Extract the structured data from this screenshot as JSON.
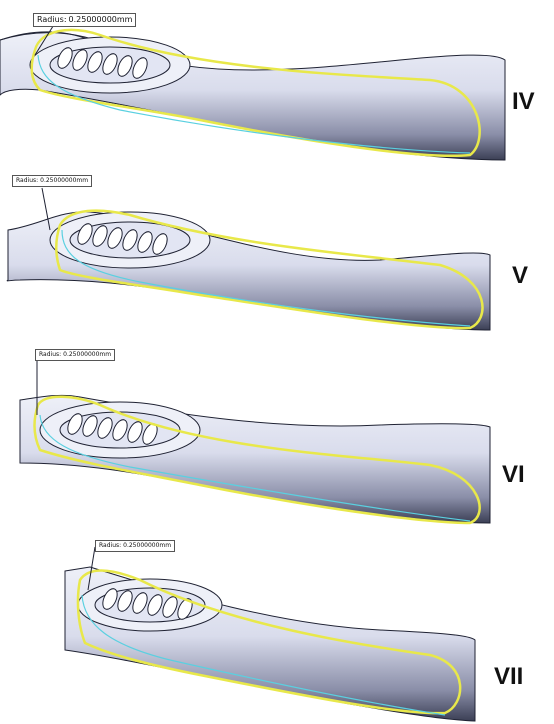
{
  "radius_label": "Radius:",
  "radius_value": "0.25000000mm",
  "panels": [
    {
      "id": "iv",
      "label": "IV"
    },
    {
      "id": "v",
      "label": "V"
    },
    {
      "id": "vi",
      "label": "VI"
    },
    {
      "id": "vii",
      "label": "VII"
    }
  ],
  "colors": {
    "selection_outline": "#e8e84a",
    "edge_cyan": "#5ad0e0",
    "body_light": "#f4f5fb",
    "body_mid": "#c8cbe0",
    "body_dark": "#5a5e7a",
    "edge_line": "#1f2233"
  }
}
